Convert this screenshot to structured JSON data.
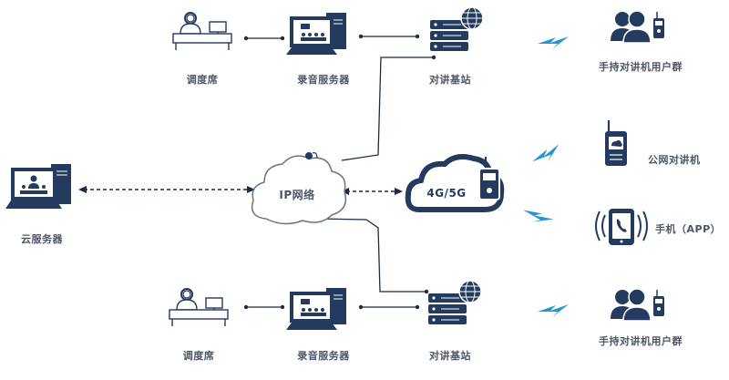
{
  "labels": {
    "dispatch_top": "调度席",
    "recorder_top": "录音服务器",
    "station_top": "对讲基站",
    "group_top": "手持对讲机用户群",
    "cloud_server": "云服务器",
    "ip_network": "IP网络",
    "network_gen": "4G/5G",
    "public_radio": "公网对讲机",
    "phone": "手机（APP）",
    "dispatch_bottom": "调度席",
    "recorder_bottom": "录音服务器",
    "station_bottom": "对讲基站",
    "group_bottom": "手持对讲机用户群"
  },
  "colors": {
    "navy": "#243a5e",
    "lightning": "#2a95d4",
    "label": "#4d5666",
    "line": "#1f2a44",
    "outline": "#6b7280"
  },
  "icons": [
    "headset-operator-icon",
    "computer-server-icon",
    "base-station-icon",
    "user-group-radio-icon",
    "cloud-server-icon",
    "ip-cloud-icon",
    "cellular-cloud-icon",
    "public-radio-icon",
    "smartphone-app-icon",
    "lightning-signal-icon"
  ]
}
